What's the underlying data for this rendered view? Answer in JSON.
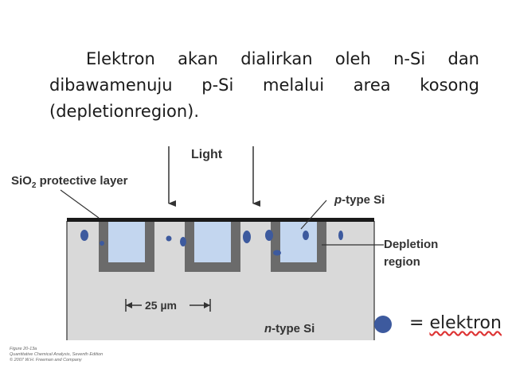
{
  "paragraph": {
    "line1": "Elektron akan dialirkan oleh n-Si dan",
    "line2": "dibawamenuju p-Si melalui area kosong",
    "line3": "(depletionregion)."
  },
  "figure": {
    "light_label": "Light",
    "sio2_label_pre": "SiO",
    "sio2_label_sub": "2",
    "sio2_label_post": " protective layer",
    "ptype_label_pre": "p",
    "ptype_label_post": "-type Si",
    "depletion_label_1": "Depletion",
    "depletion_label_2": "region",
    "scale_label": "25 µm",
    "ntype_label_pre": "n",
    "ntype_label_post": "-type Si"
  },
  "legend": {
    "equals": "= ",
    "word": "elektron"
  },
  "credits": {
    "line1": "Figure 20-13a",
    "line2": "Quantitative Chemical Analysis, Seventh Edition",
    "line3": "© 2007 W.H. Freeman and Company"
  },
  "colors": {
    "substrate": "#d9d9d9",
    "well_fill": "#c3d6ef",
    "electron": "#3d5a9e",
    "layer": "#1a1a1a"
  }
}
